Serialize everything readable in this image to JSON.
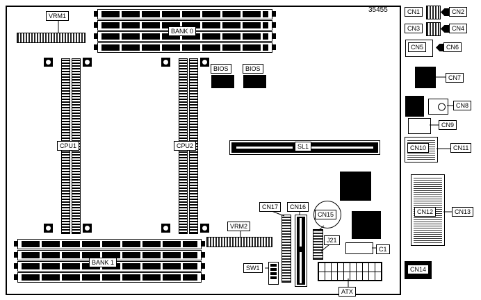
{
  "board": {
    "part_number": "35455"
  },
  "labels": {
    "vrm1": "VRM1",
    "bank0": "BANK 0",
    "bios": "BIOS",
    "cpu1": "CPU1",
    "cpu2": "CPU2",
    "sl1": "SL1",
    "bank1": "BANK 1",
    "vrm2": "VRM2",
    "cn17": "CN17",
    "cn16": "CN16",
    "cn15": "CN15",
    "j21": "J21",
    "c1": "C1",
    "sw1": "SW1",
    "atx": "ATX",
    "cn1": "CN1",
    "cn2": "CN2",
    "cn3": "CN3",
    "cn4": "CN4",
    "cn5": "CN5",
    "cn6": "CN6",
    "cn7": "CN7",
    "cn8": "CN8",
    "cn9": "CN9",
    "cn10": "CN10",
    "cn11": "CN11",
    "cn12": "CN12",
    "cn13": "CN13",
    "cn14": "CN14"
  }
}
